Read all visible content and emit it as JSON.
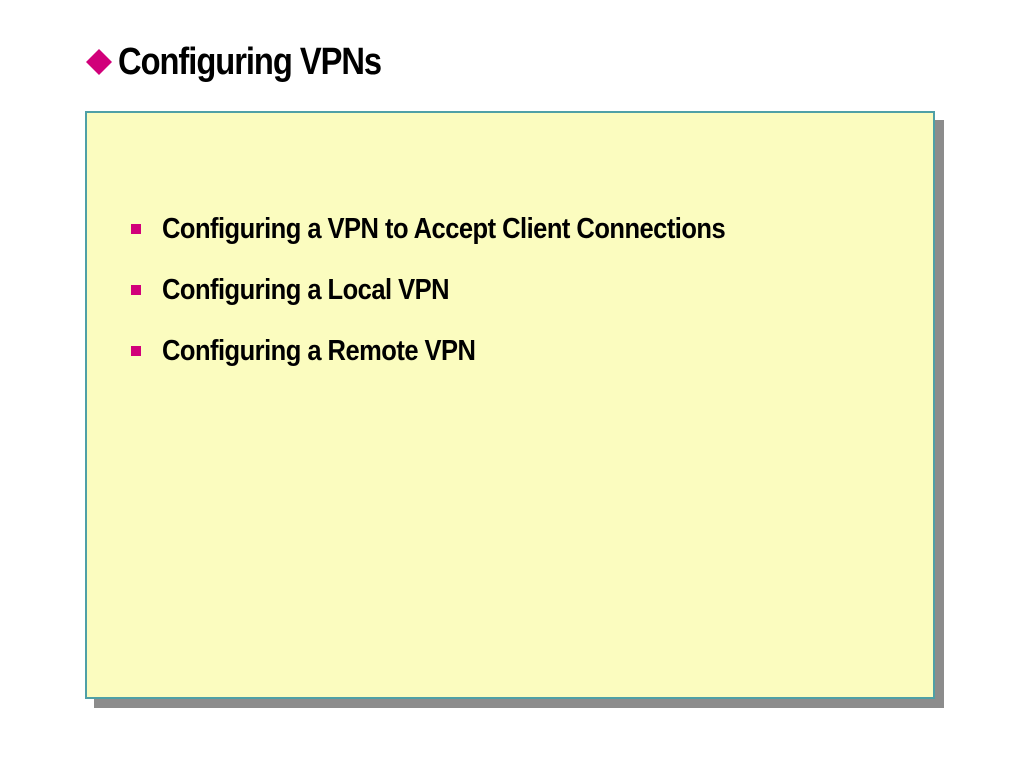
{
  "title": "Configuring VPNs",
  "colors": {
    "accent": "#d1007a",
    "panel_bg": "#fbfcbf",
    "panel_border": "#4fa0a6",
    "shadow": "#8c8c8c"
  },
  "icons": {
    "title_marker": "diamond-icon",
    "bullet_marker": "square-bullet-icon"
  },
  "bullets": [
    "Configuring a VPN to Accept Client Connections",
    "Configuring a Local VPN",
    "Configuring a Remote VPN"
  ]
}
